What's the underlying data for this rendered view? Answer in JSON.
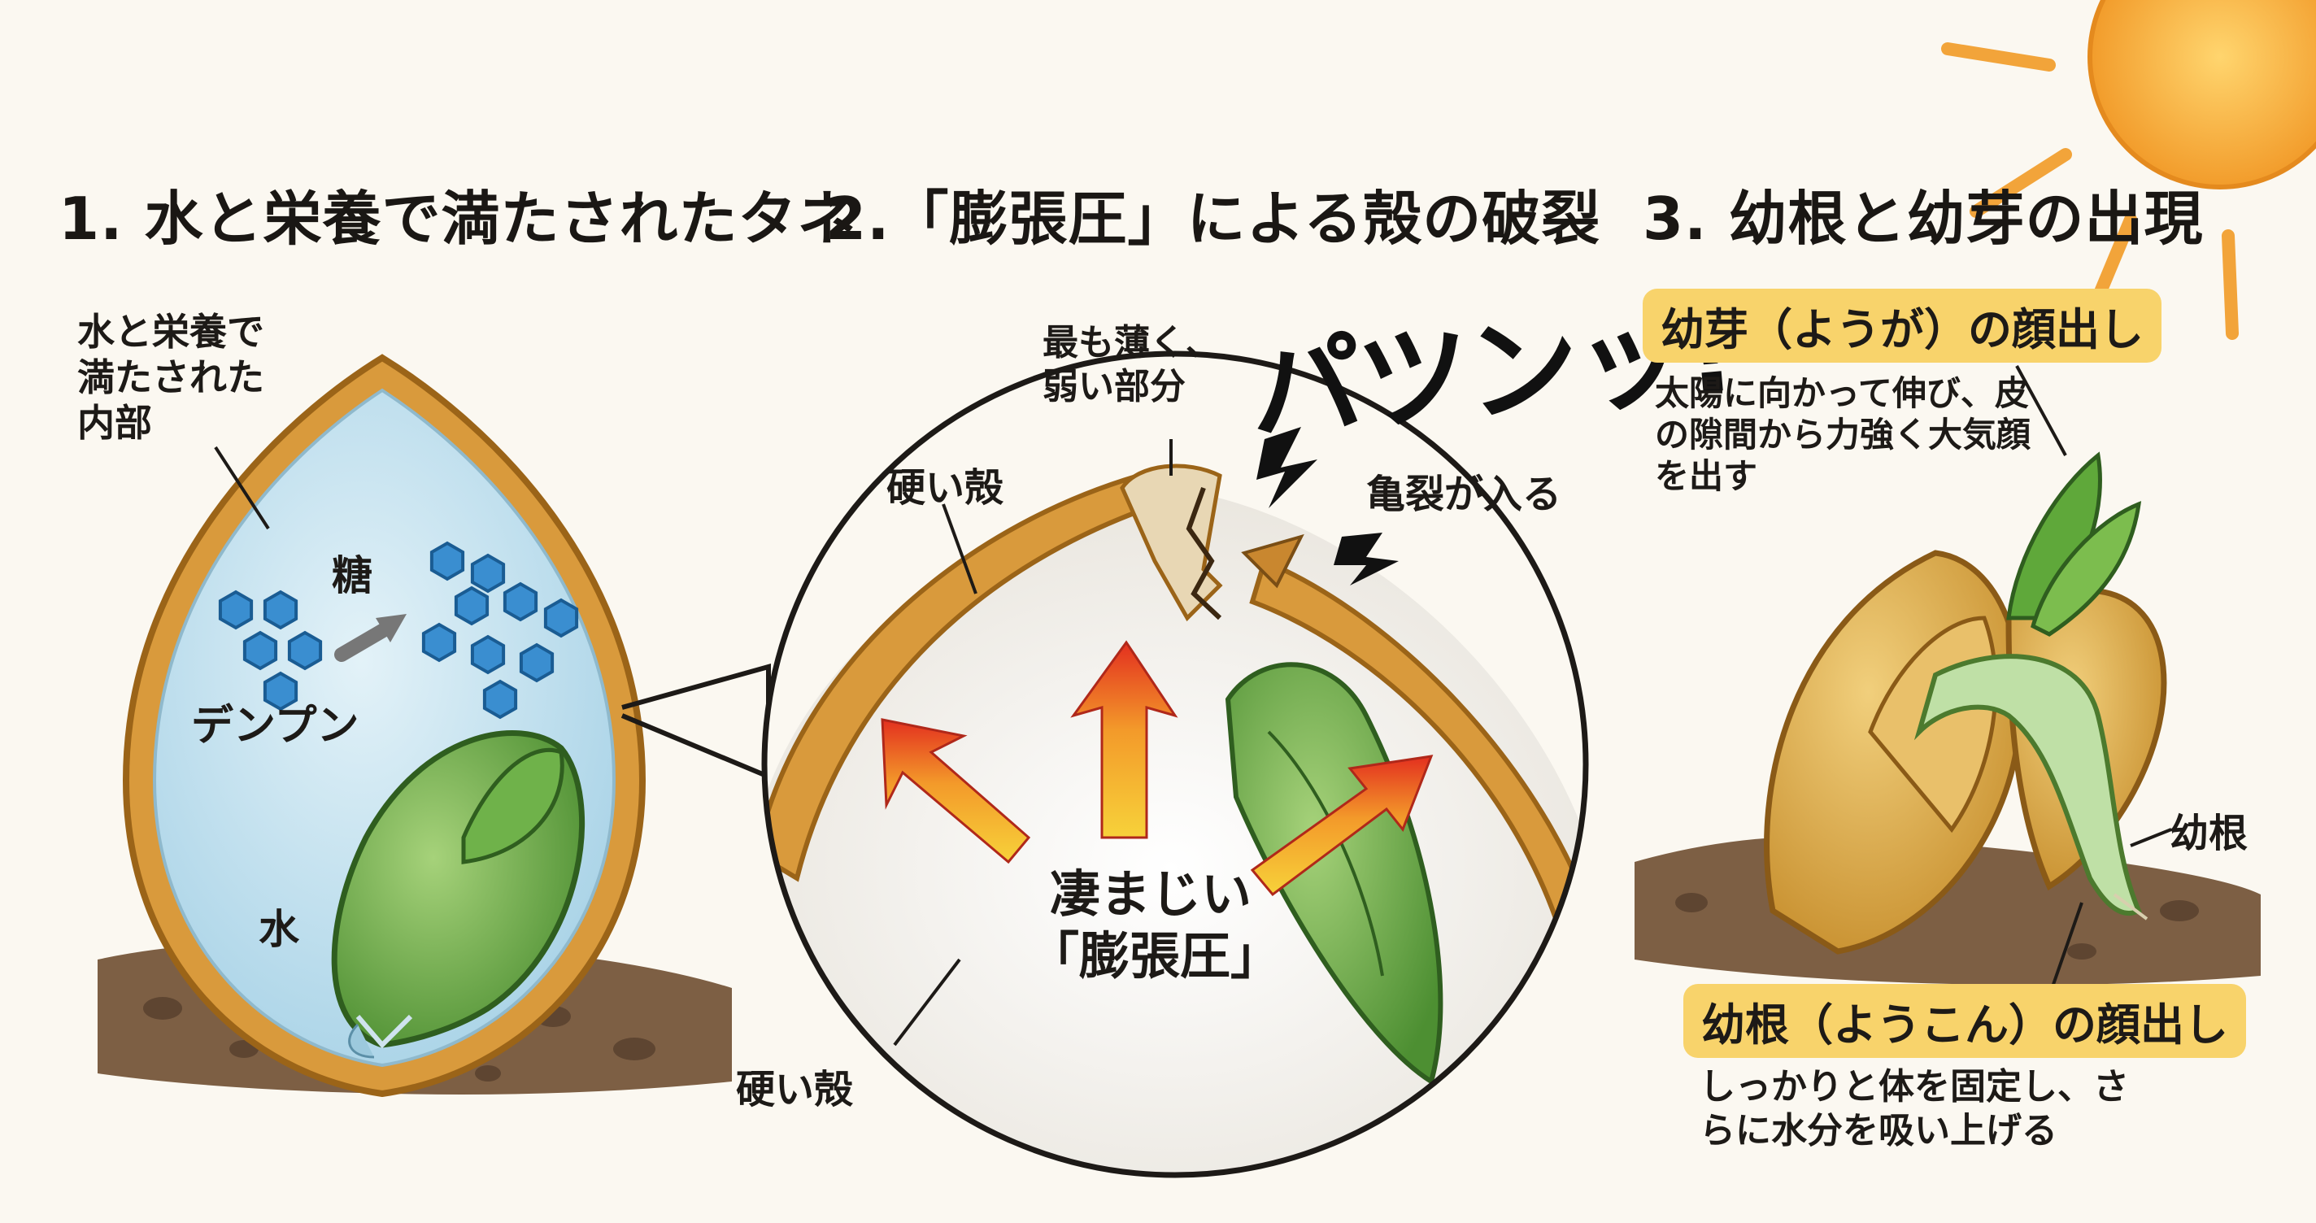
{
  "headings": {
    "step1": "1. 水と栄養で満たされたタネ",
    "step2": "2.「膨張圧」による殻の破裂",
    "step3": "3. 幼根と幼芽の出現"
  },
  "panel1": {
    "interior": "水と栄養で満たされた内部",
    "sugar": "糖",
    "starch": "デンプン",
    "water": "水"
  },
  "panel2": {
    "weak_spot": "最も薄く、弱い部分",
    "sound": "パツンッ!",
    "hard_shell_top": "硬い殻",
    "crack": "亀裂が入る",
    "pressure": "凄まじい「膨張圧」",
    "hard_shell_bottom": "硬い殻"
  },
  "panel3": {
    "plumule_title": "幼芽（ようが）の顔出し",
    "plumule_desc": "太陽に向かって伸び、皮の隙間から力強く大気顔を出す",
    "radicle_side": "幼根",
    "radicle_title": "幼根（ようこん）の顔出し",
    "radicle_desc": "しっかりと体を固定し、さらに水分を吸い上げる"
  },
  "colors": {
    "background": "#fbf8f1",
    "seed_shell": "#d99a3c",
    "water": "#bfe0ee",
    "starch_hex": "#2d86c8",
    "embryo_green": "#5ea83c",
    "arrow_red": "#e63b25",
    "arrow_yellow": "#f7c431",
    "soil": "#8a6a4c",
    "label_pill": "#f8d36b",
    "sun": "#f5b040"
  }
}
